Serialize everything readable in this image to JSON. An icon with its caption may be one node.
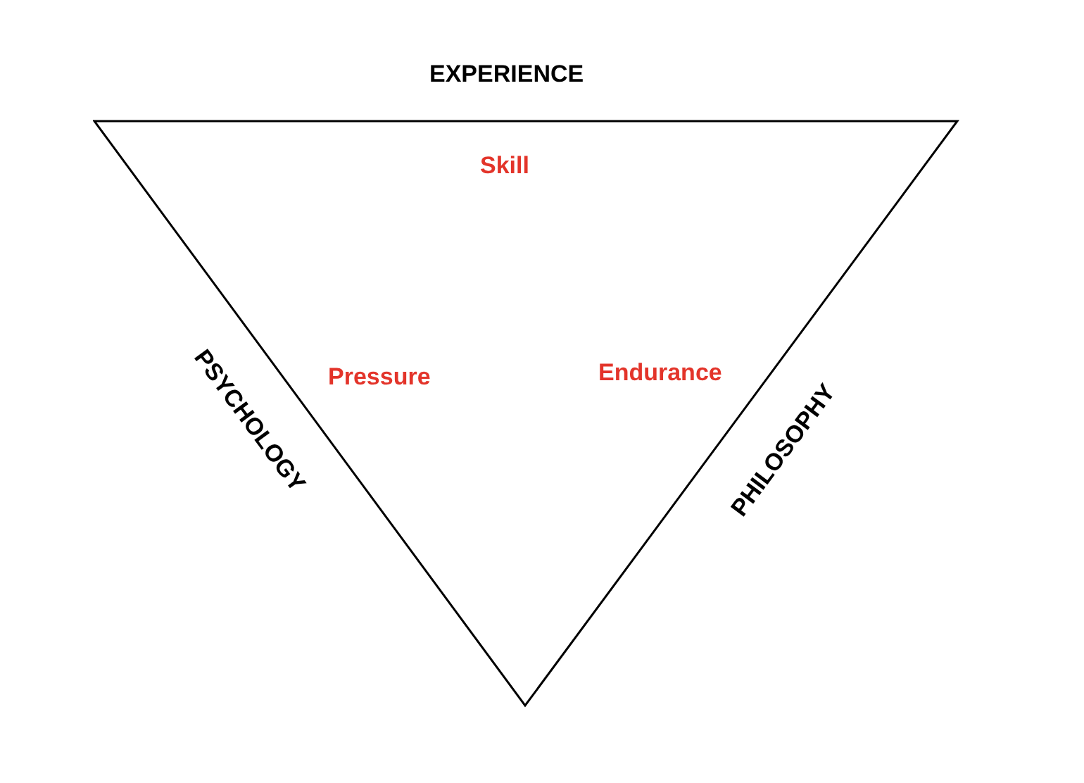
{
  "diagram": {
    "nodes": [
      {
        "text": [
          "Skill",
          "Pressure",
          "Endurance"
        ]
      }
    ],
    "labels": [
      "EXPERIENCE",
      "PSYCHOLOGY",
      "PHILOSOPHY"
    ]
  }
}
